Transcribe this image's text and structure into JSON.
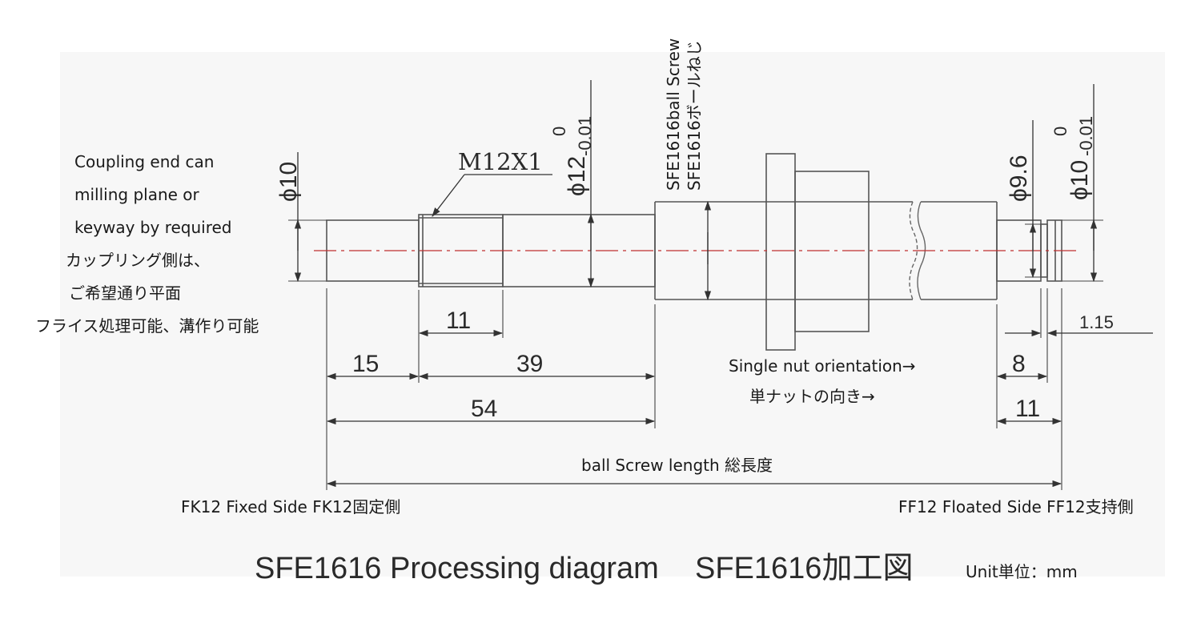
{
  "title": {
    "main": "SFE1616 Processing diagram",
    "jp": "SFE1616加工図",
    "unit": "Unit単位：mm"
  },
  "notes": {
    "coupling": [
      "Coupling end can",
      "milling plane or",
      "keyway by required",
      "カップリング側は、",
      "ご希望通り平面",
      "フライス処理可能、溝作り可能"
    ],
    "nut_orientation_en": "Single nut orientation→",
    "nut_orientation_jp": "単ナットの向き→",
    "length": "ball Screw length  総長度",
    "fixed_side": "FK12 Fixed Side   FK12固定側",
    "floated_side": "FF12 Floated Side  FF12支持側",
    "screw_en": "SFE1616ball Screw",
    "screw_jp": "SFE1616ボールねじ"
  },
  "dimensions": {
    "thread": "M12X1",
    "d10_left": "ϕ10",
    "d12_base": "ϕ12",
    "d12_tol_upper": "0",
    "d12_tol_lower": "-0.01",
    "d96": "ϕ9.6",
    "d10_right_base": "ϕ10",
    "d10_right_tol_upper": "0",
    "d10_right_tol_lower": "-0.01",
    "len_11_thread": "11",
    "len_15": "15",
    "len_39": "39",
    "len_54": "54",
    "len_8": "8",
    "len_11_right": "11",
    "len_115": "1.15"
  }
}
